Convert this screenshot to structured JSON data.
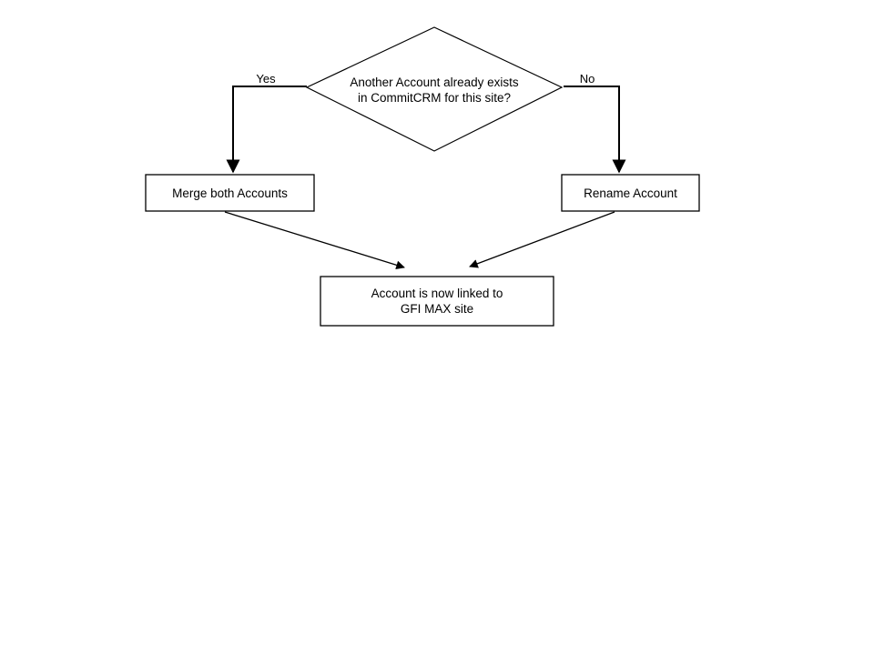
{
  "diagram": {
    "type": "flowchart",
    "decision": {
      "line1": "Another Account already exists",
      "line2": "in CommitCRM for this site?"
    },
    "labels": {
      "yes": "Yes",
      "no": "No"
    },
    "nodes": {
      "merge": {
        "label": "Merge both Accounts"
      },
      "rename": {
        "label": "Rename Account"
      },
      "linked": {
        "line1": "Account is now linked to",
        "line2": "GFI MAX site"
      }
    },
    "colors": {
      "stroke": "#000000",
      "fill": "#ffffff",
      "text": "#000000",
      "background": "#ffffff"
    }
  }
}
